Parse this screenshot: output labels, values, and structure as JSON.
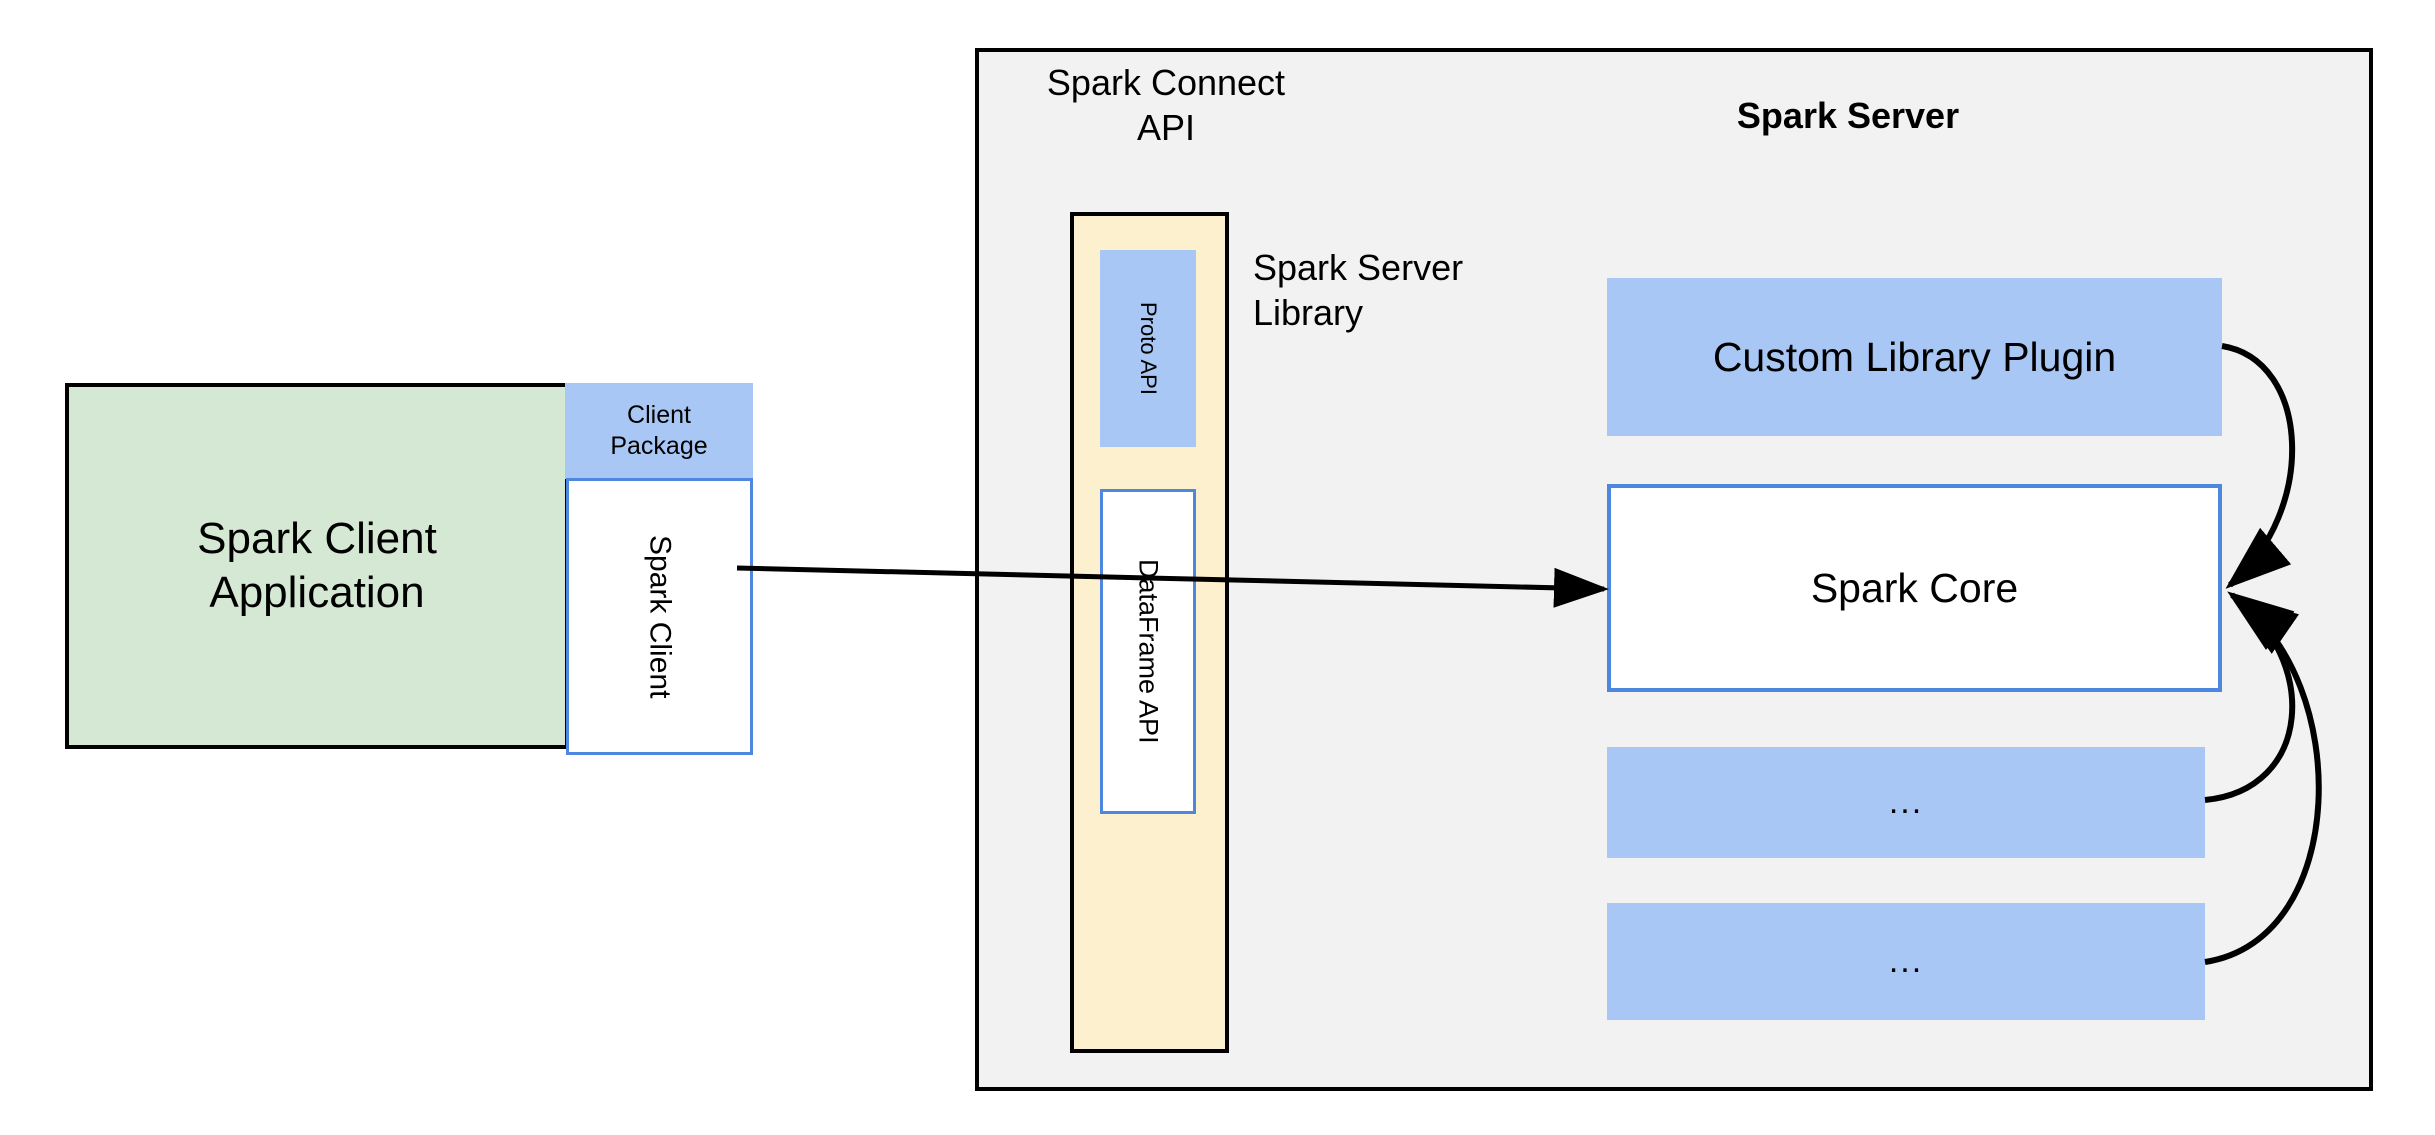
{
  "diagram": {
    "title": "Spark Connect architecture",
    "client": {
      "application_label": "Spark Client\nApplication",
      "package_label": "Client\nPackage",
      "spark_client_label": "Spark Client"
    },
    "server": {
      "title": "Spark Server",
      "connect_api_label": "Spark Connect\nAPI",
      "server_library_label": "Spark Server\nLibrary",
      "library_items": [
        {
          "label": "Proto API"
        },
        {
          "label": "DataFrame API"
        }
      ],
      "components": [
        {
          "label": "Custom Library Plugin"
        },
        {
          "label": "Spark Core"
        },
        {
          "label": "..."
        },
        {
          "label": "..."
        }
      ]
    },
    "colors": {
      "client_app_fill": "#d5e8d4",
      "blue_fill": "#a9c7f5",
      "blue_border": "#4d87e0",
      "cream_fill": "#fdf0ce",
      "server_fill": "#f2f2f2",
      "stroke": "#000000"
    }
  }
}
